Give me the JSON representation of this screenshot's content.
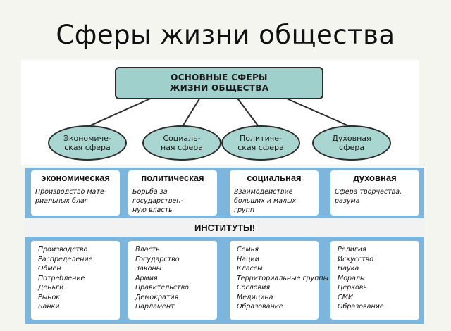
{
  "title": "Сферы жизни общества",
  "diagram": {
    "root": "ОСНОВНЫЕ СФЕРЫ\nЖИЗНИ ОБЩЕСТВА",
    "children": [
      "Экономиче-\nская сфера",
      "Социаль-\nная сфера",
      "Политиче-\nская сфера",
      "Духовная\nсфера"
    ]
  },
  "table": {
    "spheres": [
      {
        "name": "экономическая",
        "description": "Производство мате-\nриальных благ"
      },
      {
        "name": "политическая",
        "description": "Борьба за государствен-\nную власть"
      },
      {
        "name": "социальная",
        "description": "Взаимодействие\nбольших и малых групп"
      },
      {
        "name": "духовная",
        "description": "Сфера творчества,\nразума"
      }
    ],
    "institutions_label": "ИНСТИТУТЫ!",
    "institutions": [
      [
        "Производство",
        "Распределение",
        "Обмен",
        "Потребление",
        "Деньги",
        "Рынок",
        "Банки"
      ],
      [
        "Власть",
        "Государство",
        "Законы",
        "Армия",
        "Правительство",
        "Демократия",
        "Парламент"
      ],
      [
        "Семья",
        "Нации",
        "Классы",
        "Территориальные группы",
        "Сословия",
        "Медицина",
        "Образование"
      ],
      [
        "Религия",
        "Искусство",
        "Наука",
        "Мораль",
        "Церковь",
        "СМИ",
        "Образование"
      ]
    ]
  }
}
